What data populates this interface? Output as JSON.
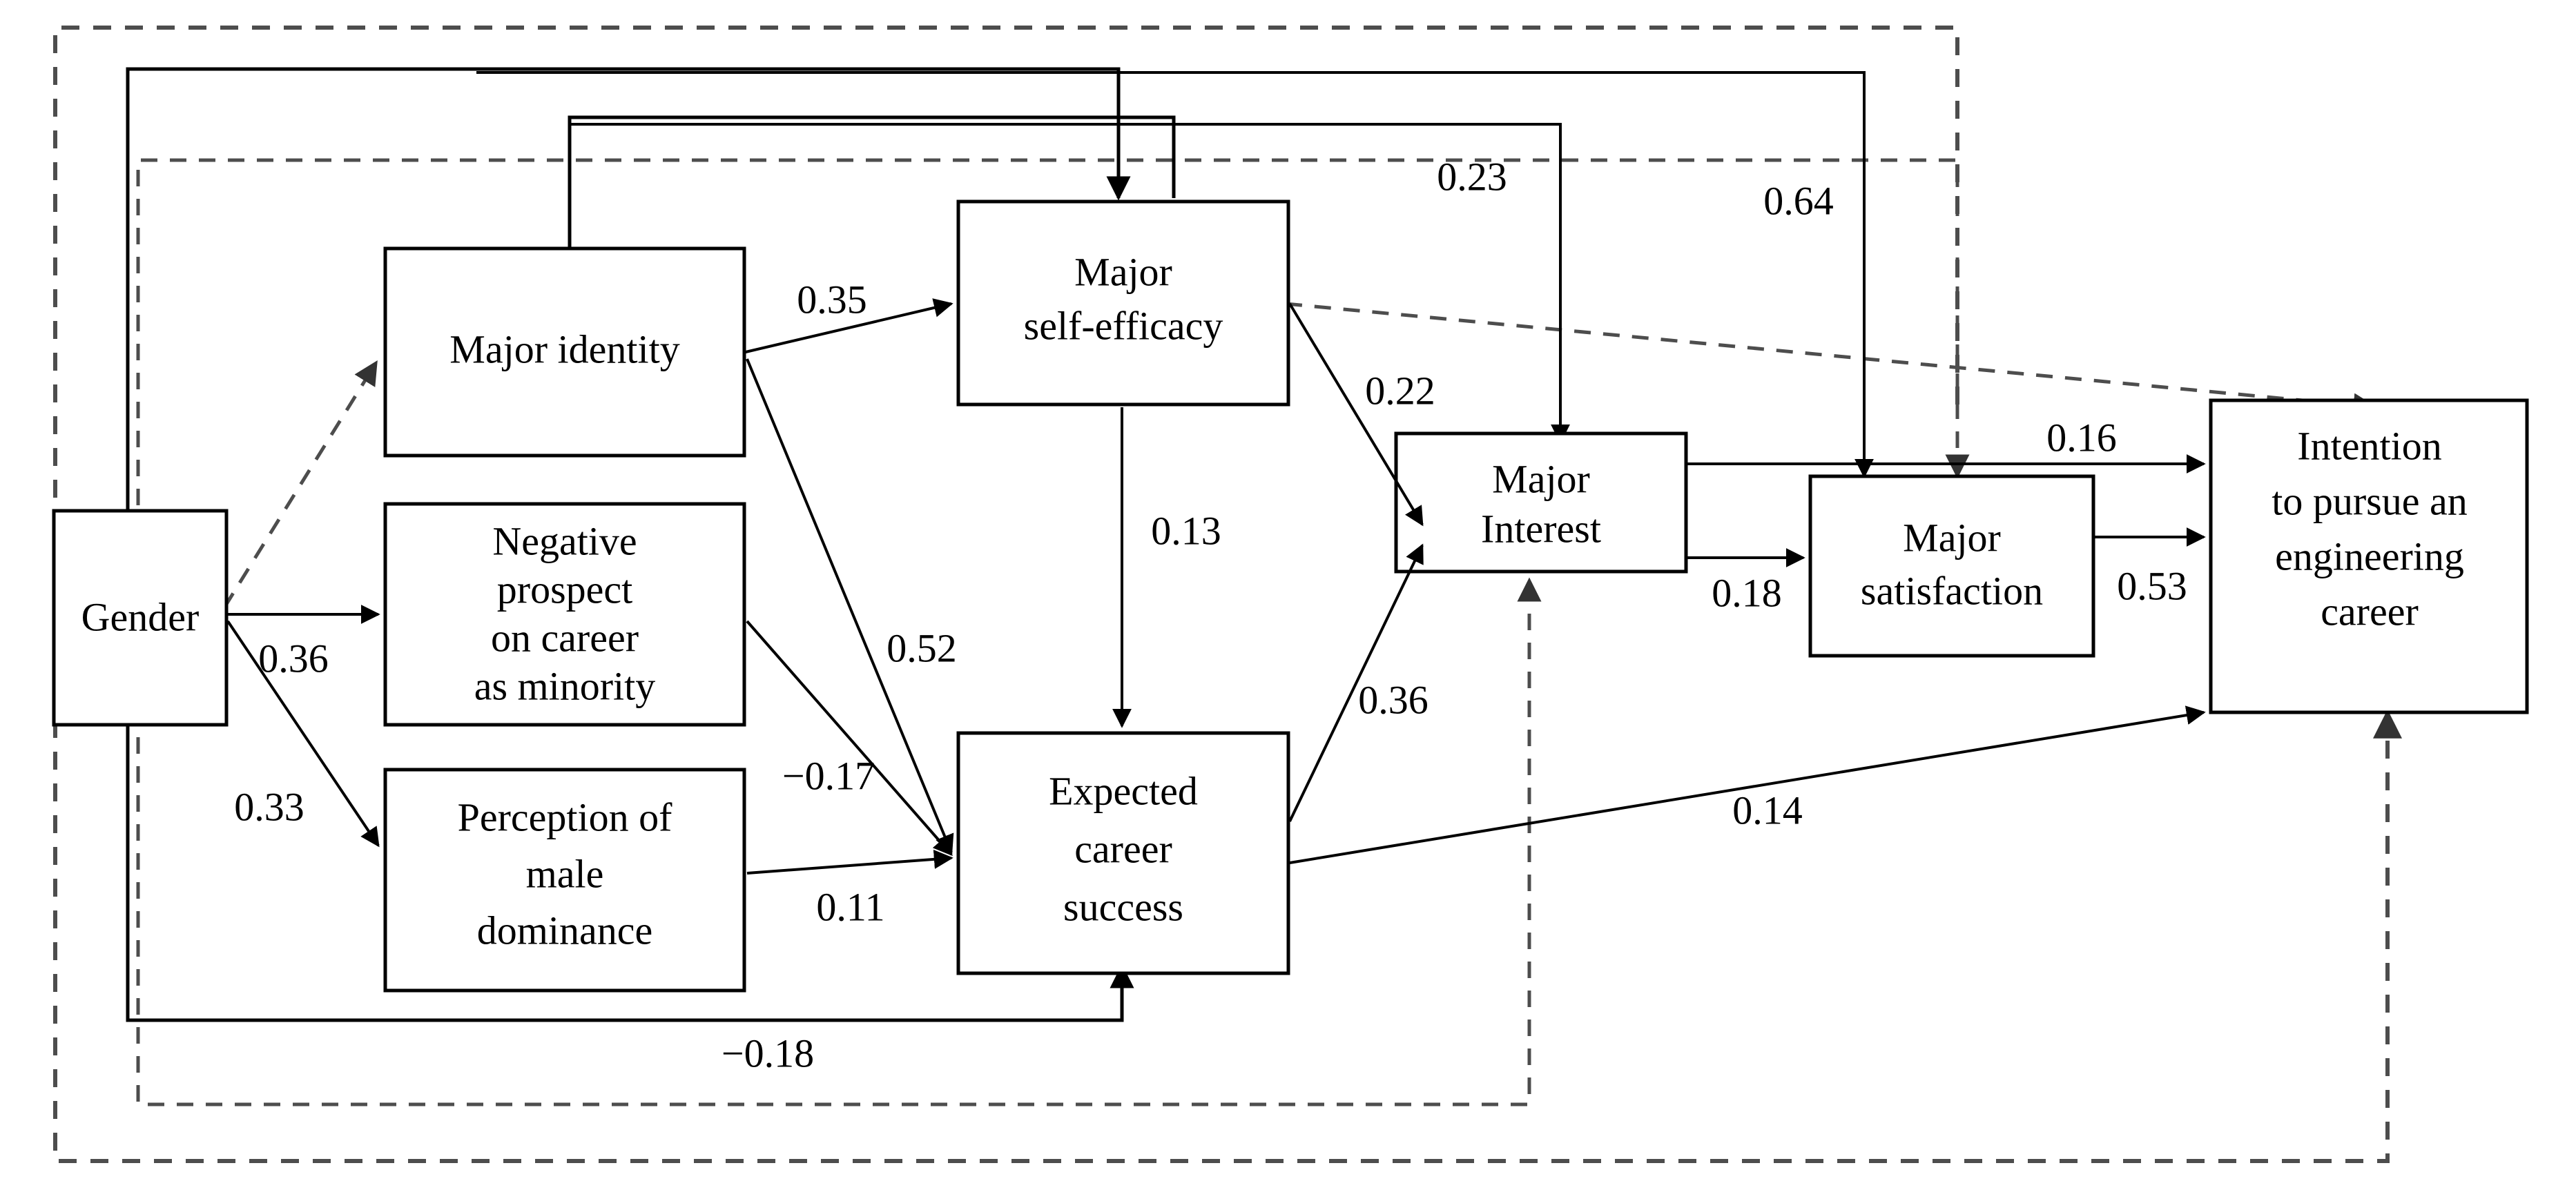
{
  "diagram": {
    "title": "Structural equation model path diagram",
    "type": "path-diagram",
    "nodes": [
      {
        "id": "gender",
        "label_lines": [
          "Gender"
        ]
      },
      {
        "id": "major_identity",
        "label_lines": [
          "Major identity"
        ]
      },
      {
        "id": "neg_prospect",
        "label_lines": [
          "Negative",
          "prospect",
          "on career",
          "as minority"
        ]
      },
      {
        "id": "male_dom",
        "label_lines": [
          "Perception of",
          "male",
          "dominance"
        ]
      },
      {
        "id": "self_efficacy",
        "label_lines": [
          "Major",
          "self-efficacy"
        ]
      },
      {
        "id": "exp_success",
        "label_lines": [
          "Expected",
          "career",
          "success"
        ]
      },
      {
        "id": "major_interest",
        "label_lines": [
          "Major",
          "Interest"
        ]
      },
      {
        "id": "major_satis",
        "label_lines": [
          "Major",
          "satisfaction"
        ]
      },
      {
        "id": "intention",
        "label_lines": [
          "Intention",
          "to pursue an",
          "engineering",
          "career"
        ]
      }
    ],
    "edges": [
      {
        "from": "gender",
        "to": "major_identity",
        "coefficient": "",
        "style": "dashed"
      },
      {
        "from": "gender",
        "to": "neg_prospect",
        "coefficient": "0.36",
        "style": "solid"
      },
      {
        "from": "gender",
        "to": "male_dom",
        "coefficient": "0.33",
        "style": "solid"
      },
      {
        "from": "gender",
        "to": "exp_success",
        "coefficient": "-0.18",
        "style": "solid"
      },
      {
        "from": "gender",
        "to": "self_efficacy",
        "coefficient": "",
        "style": "solid"
      },
      {
        "from": "gender",
        "to": "major_interest",
        "coefficient": "",
        "style": "dashed"
      },
      {
        "from": "gender",
        "to": "major_satis",
        "coefficient": "",
        "style": "dashed"
      },
      {
        "from": "gender",
        "to": "intention",
        "coefficient": "",
        "style": "dashed"
      },
      {
        "from": "major_identity",
        "to": "self_efficacy",
        "coefficient": "0.35",
        "style": "solid"
      },
      {
        "from": "major_identity",
        "to": "exp_success",
        "coefficient": "0.52",
        "style": "solid"
      },
      {
        "from": "neg_prospect",
        "to": "exp_success",
        "coefficient": "-0.17",
        "style": "solid"
      },
      {
        "from": "male_dom",
        "to": "exp_success",
        "coefficient": "0.11",
        "style": "solid"
      },
      {
        "from": "self_efficacy",
        "to": "exp_success",
        "coefficient": "0.13",
        "style": "solid"
      },
      {
        "from": "self_efficacy",
        "to": "major_interest",
        "coefficient": "0.22",
        "style": "solid"
      },
      {
        "from": "self_efficacy",
        "to": "intention",
        "coefficient": "",
        "style": "dashed"
      },
      {
        "from": "exp_success",
        "to": "major_interest",
        "coefficient": "0.36",
        "style": "solid"
      },
      {
        "from": "exp_success",
        "to": "intention",
        "coefficient": "0.14",
        "style": "solid"
      },
      {
        "from": "major_interest",
        "to": "major_satis",
        "coefficient": "0.18",
        "style": "solid"
      },
      {
        "from": "major_interest",
        "to": "intention",
        "coefficient": "0.16",
        "style": "solid"
      },
      {
        "from": "major_satis",
        "to": "intention",
        "coefficient": "0.53",
        "style": "solid"
      },
      {
        "from": "major_identity",
        "to": "major_interest",
        "coefficient": "0.23",
        "style": "solid"
      },
      {
        "from": "major_identity",
        "to": "major_satis",
        "coefficient": "0.64",
        "style": "solid"
      }
    ],
    "coefficients": {
      "c036": "0.36",
      "c033": "0.33",
      "c018neg": "−0.18",
      "c035": "0.35",
      "c052": "0.52",
      "c017neg": "−0.17",
      "c011": "0.11",
      "c013": "0.13",
      "c022": "0.22",
      "c023": "0.23",
      "c064": "0.64",
      "c036b": "0.36",
      "c014": "0.14",
      "c018": "0.18",
      "c016": "0.16",
      "c053": "0.53"
    },
    "labels": {
      "gender": "Gender",
      "major_identity": "Major identity",
      "neg_1": "Negative",
      "neg_2": "prospect",
      "neg_3": "on career",
      "neg_4": "as minority",
      "dom_1": "Perception of",
      "dom_2": "male",
      "dom_3": "dominance",
      "se_1": "Major",
      "se_2": "self-efficacy",
      "ecs_1": "Expected",
      "ecs_2": "career",
      "ecs_3": "success",
      "mi_1": "Major",
      "mi_2": "Interest",
      "ms_1": "Major",
      "ms_2": "satisfaction",
      "int_1": "Intention",
      "int_2": "to pursue an",
      "int_3": "engineering",
      "int_4": "career"
    },
    "colors": {
      "stroke": "#000000",
      "dashed_stroke": "#4d4d4d",
      "background": "#ffffff"
    }
  }
}
